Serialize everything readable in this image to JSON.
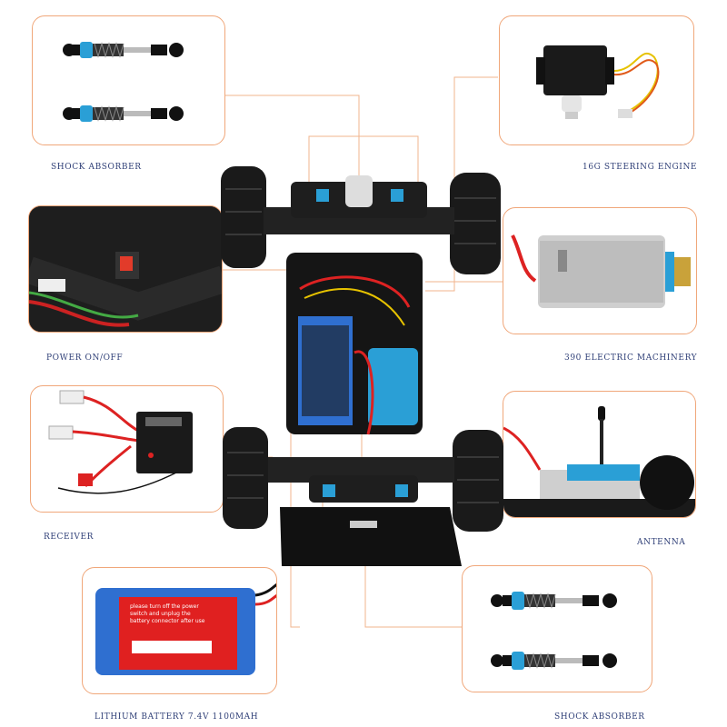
{
  "labels": {
    "shock_absorber_top": "SHOCK ABSORBER",
    "steering_engine": "16G STEERING ENGINE",
    "power_switch": "POWER ON/OFF",
    "electric_machinery": "390 ELECTRIC MACHINERY",
    "receiver": "RECEIVER",
    "antenna": "ANTENNA",
    "battery": "LITHIUM BATTERY 7.4V 1100MAH",
    "shock_absorber_bottom": "SHOCK ABSORBER"
  },
  "battery_sticker": {
    "line1": "please turn off the power",
    "line2": "switch and unplug the",
    "line3": "battery connector after use"
  },
  "colors": {
    "panel_border": "#f0a77a",
    "connector_line": "#f2b48e",
    "label_text": "#2f3f77",
    "shock_blue": "#2a9fd6",
    "battery_blue": "#2f6fd0",
    "sticker_red": "#e02020"
  }
}
